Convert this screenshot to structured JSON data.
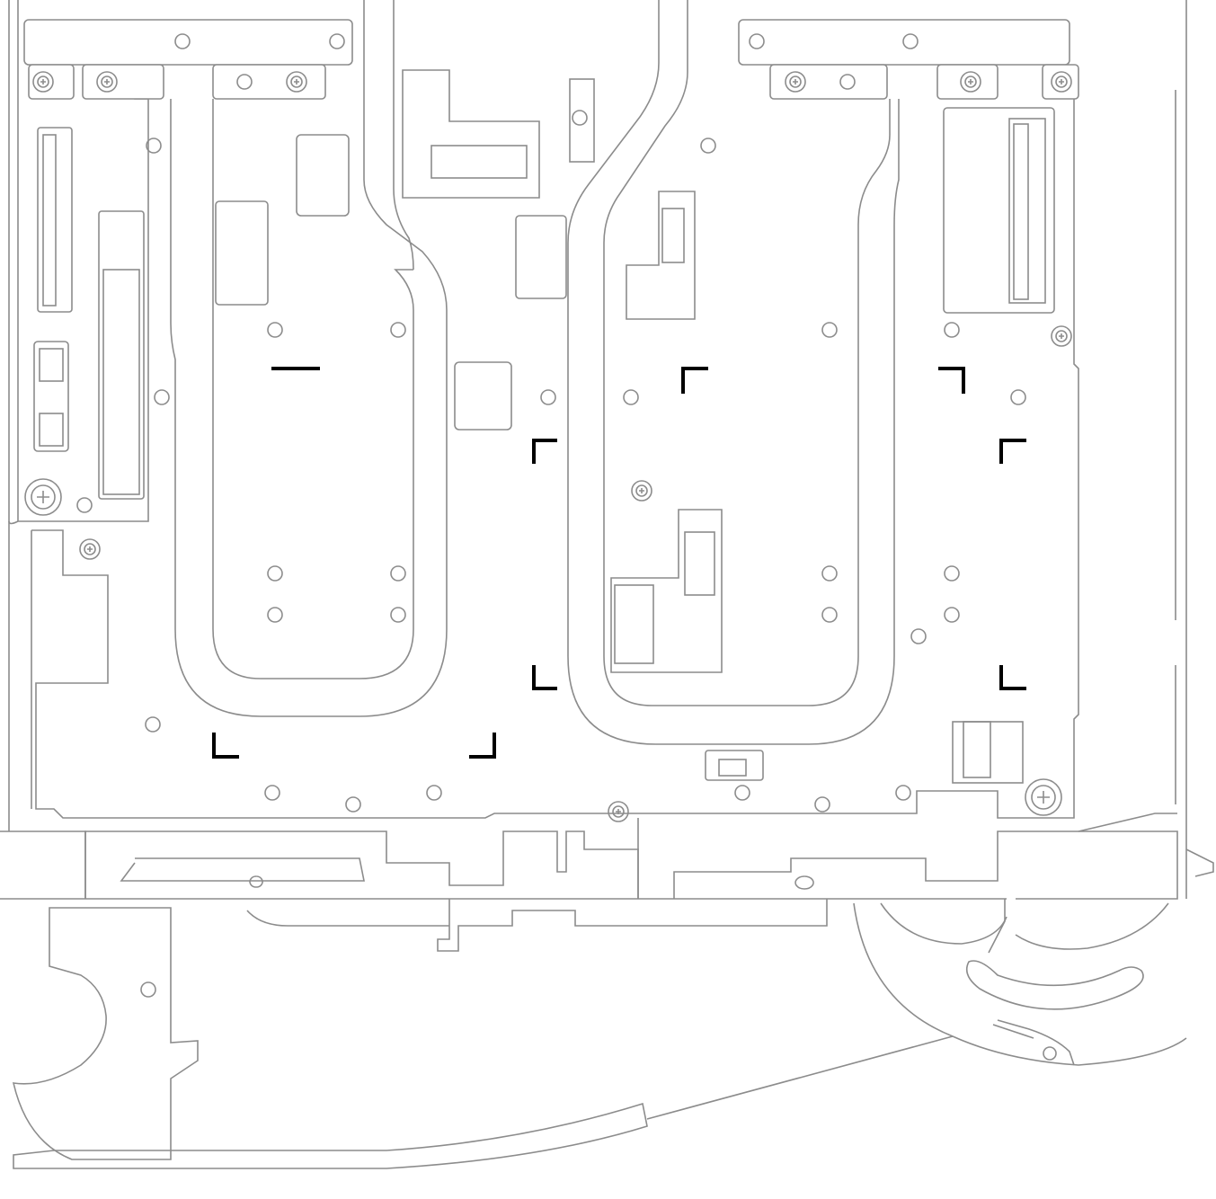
{
  "diagram": {
    "style": "technical line drawing",
    "colors": {
      "outline": "#8c8c8c",
      "alignment_marks": "#000000",
      "background": "#ffffff"
    },
    "components": [
      "left-cold-plate-loop",
      "right-cold-plate-loop",
      "left-top-bracket",
      "right-top-bracket",
      "left-riser-slot",
      "right-riser-slot",
      "release-lever-left",
      "release-lever-right"
    ],
    "icons": [
      "screw-icon",
      "alignment-corner-mark-icon",
      "connector-icon"
    ]
  }
}
